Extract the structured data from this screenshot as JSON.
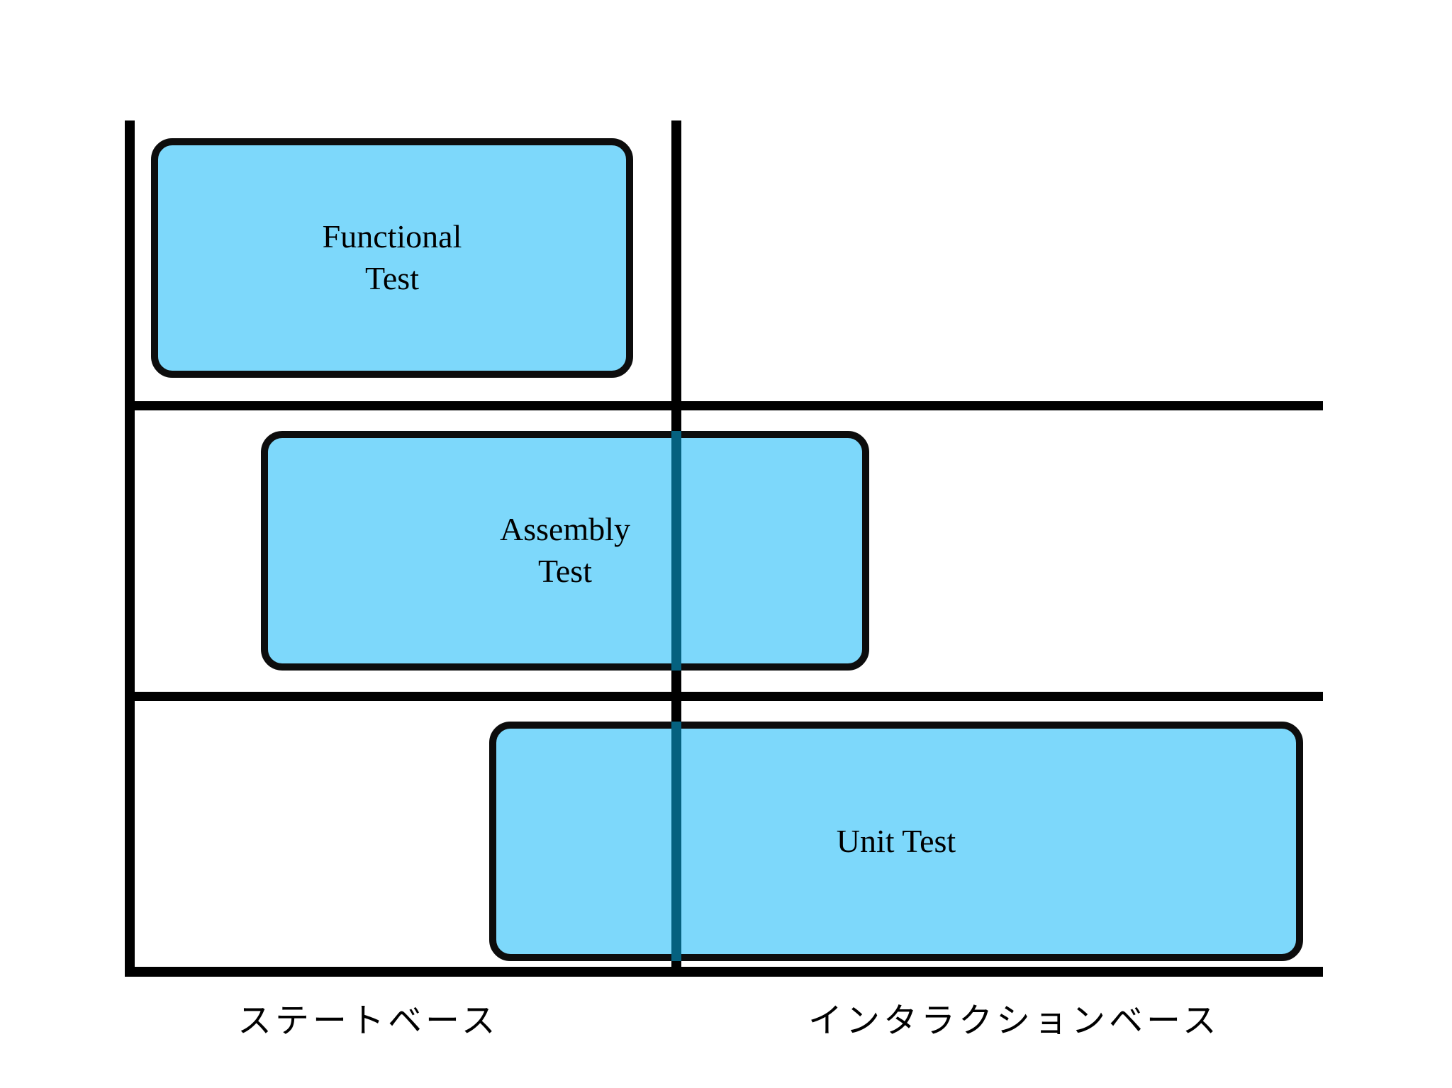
{
  "figure": {
    "background_color": "#ffffff",
    "box_fill_color": "#7DD8FB",
    "line_color": "#000000",
    "divider_through_box_color": "#05617f"
  },
  "boxes": [
    {
      "name": "functional-test",
      "label": "Functional\nTest",
      "row": 1,
      "spans": [
        "state-based"
      ]
    },
    {
      "name": "assembly-test",
      "label": "Assembly\nTest",
      "row": 2,
      "spans": [
        "state-based",
        "interaction-based"
      ]
    },
    {
      "name": "unit-test",
      "label": "Unit Test",
      "row": 3,
      "spans": [
        "state-based",
        "interaction-based"
      ]
    }
  ],
  "categories": {
    "state_based": "ステートベース",
    "interaction_based": "インタラクションベース"
  },
  "chart_data": {
    "type": "bar",
    "title": "",
    "xlabel": "",
    "ylabel": "",
    "categories": [
      "ステートベース",
      "インタラクションベース"
    ],
    "rows": [
      "Functional Test",
      "Assembly Test",
      "Unit Test"
    ],
    "grid": true,
    "legend": "none",
    "series": [
      {
        "name": "Functional Test",
        "start": 0.03,
        "end": 0.42,
        "row": 1
      },
      {
        "name": "Assembly Test",
        "start": 0.11,
        "end": 0.62,
        "row": 2
      },
      {
        "name": "Unit Test",
        "start": 0.3,
        "end": 0.98,
        "row": 3
      }
    ],
    "axis_split_position": 0.455,
    "xlim": [
      0,
      1
    ]
  }
}
